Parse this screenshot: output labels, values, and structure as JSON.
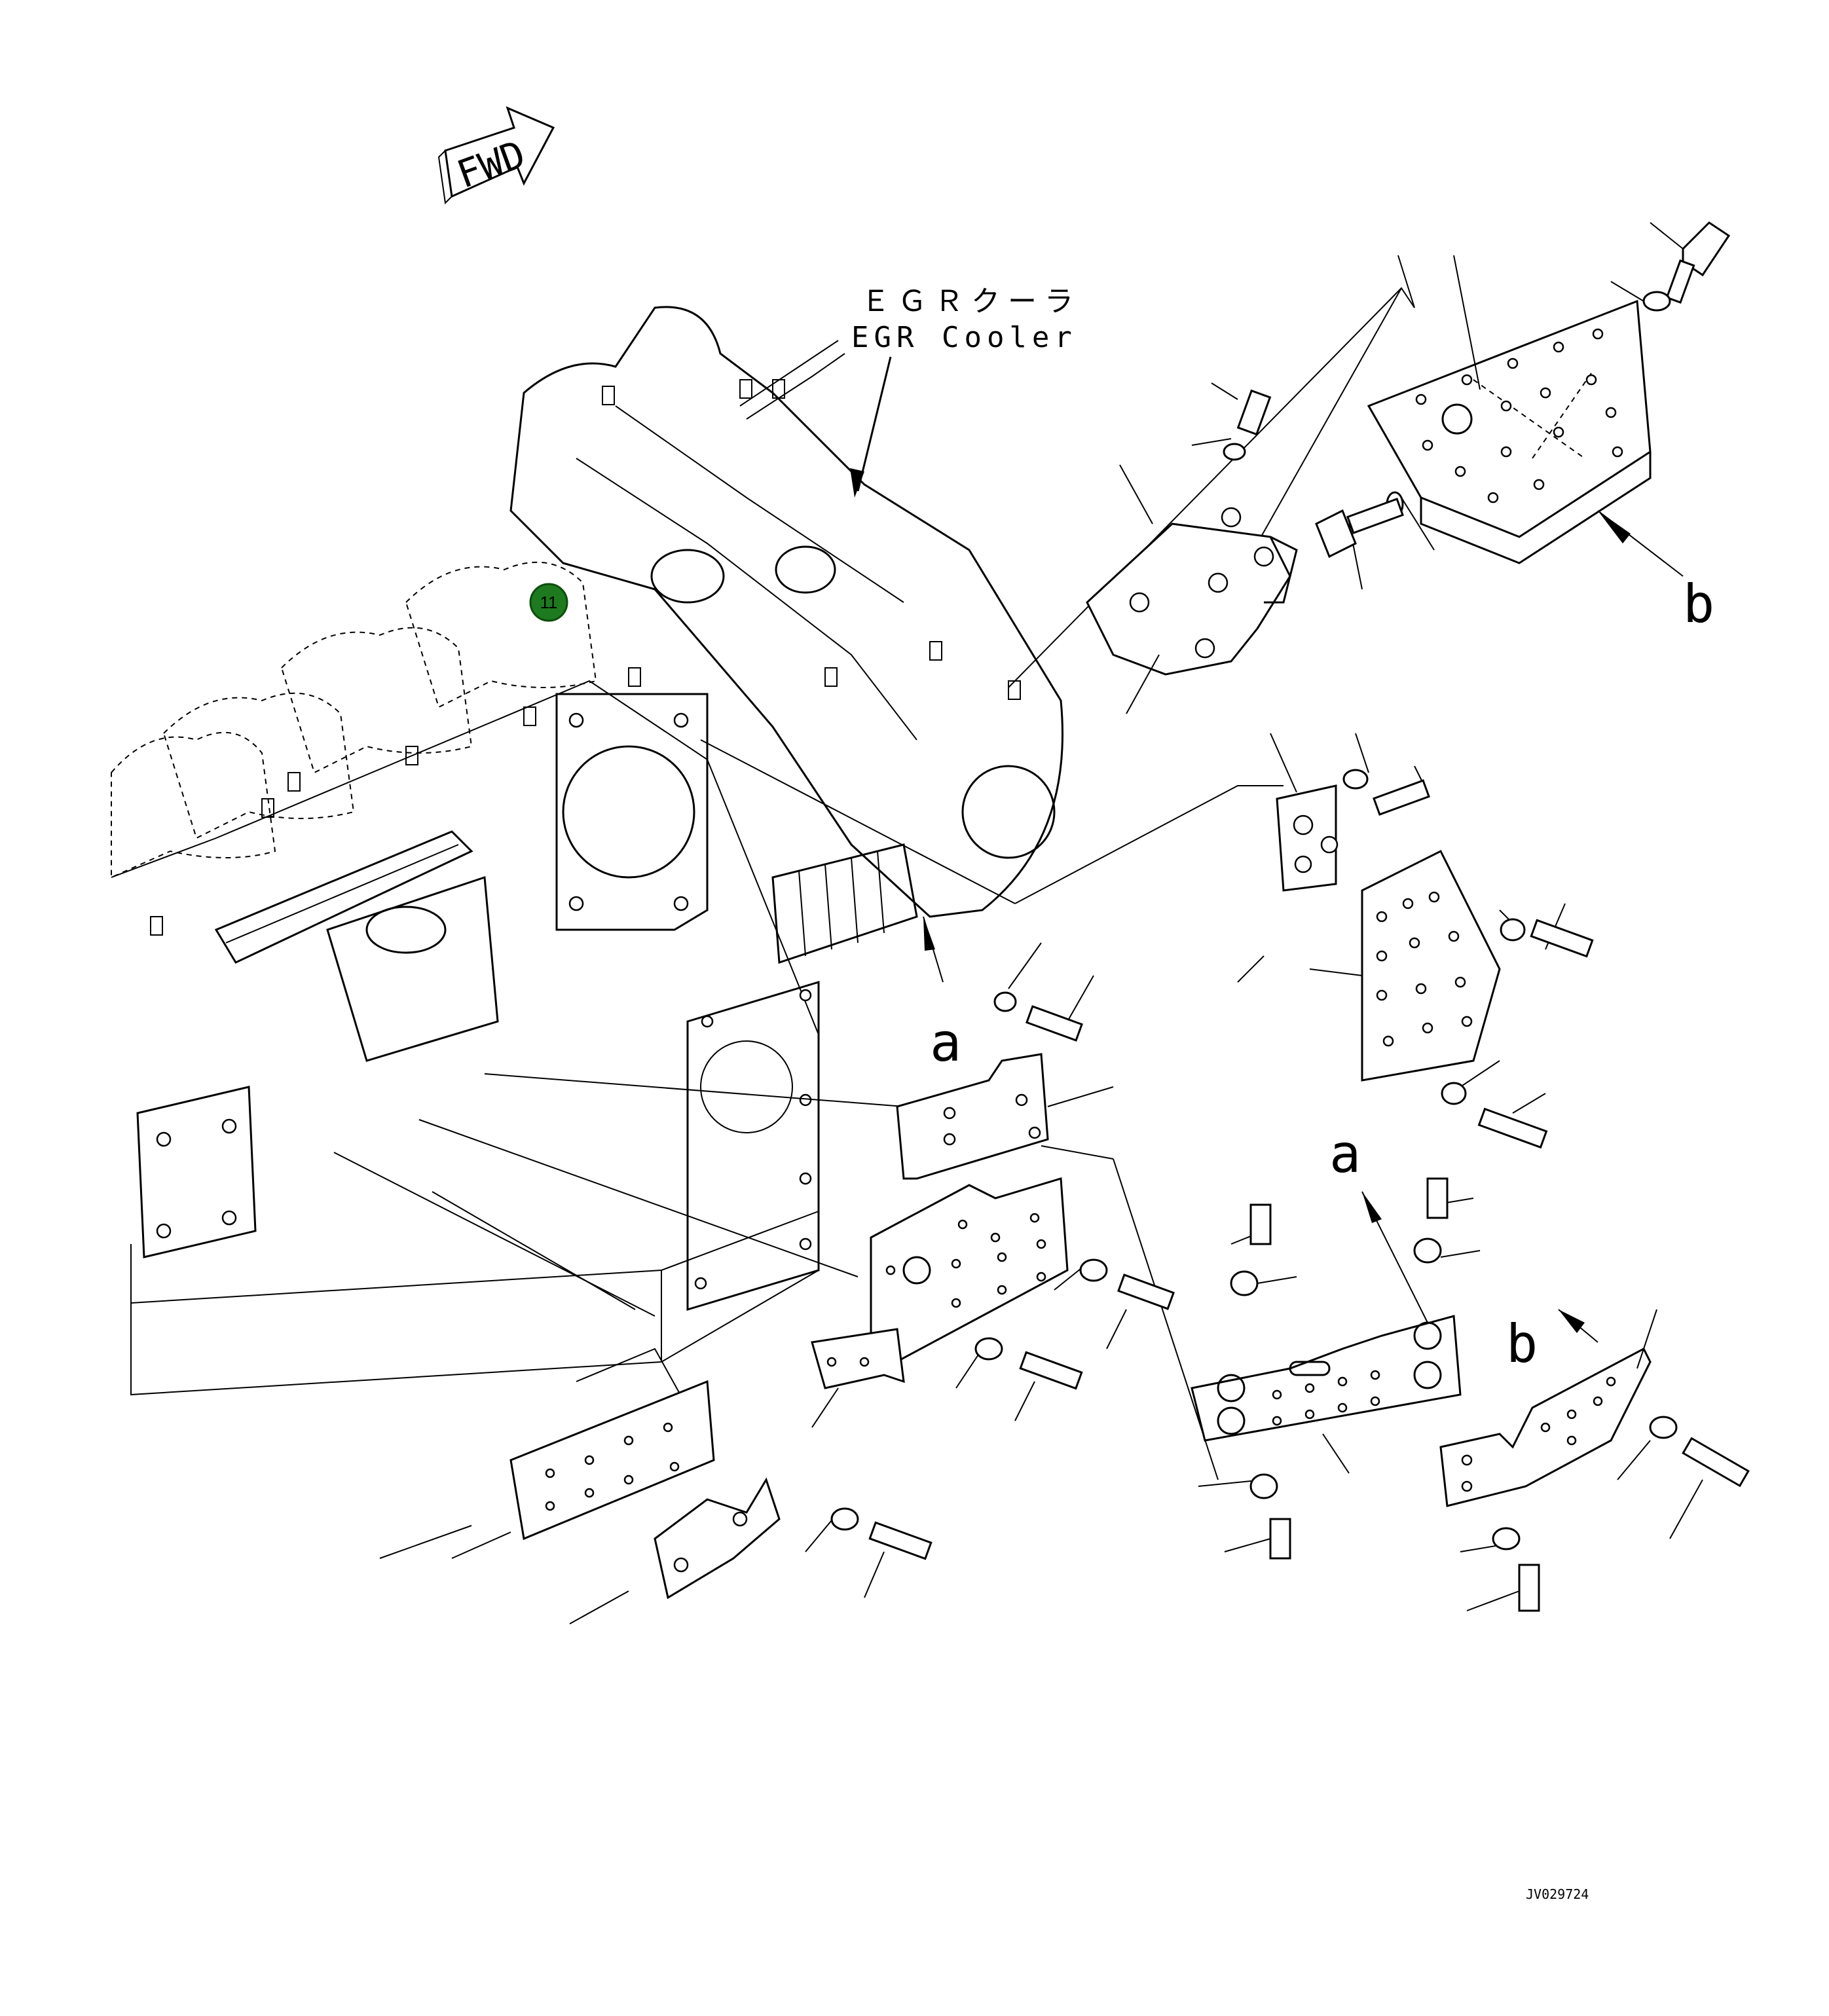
{
  "diagram": {
    "fwd_label": "FWD",
    "egr_label_jp": "ＥＧＲクーラ",
    "egr_label_en": "EGR Cooler",
    "callout_a_1": "a",
    "callout_a_2": "a",
    "callout_b_1": "b",
    "callout_b_2": "b",
    "hotspot_number": "11",
    "hotspot_color": "#1e7a1e",
    "drawing_id": "JV029724"
  }
}
